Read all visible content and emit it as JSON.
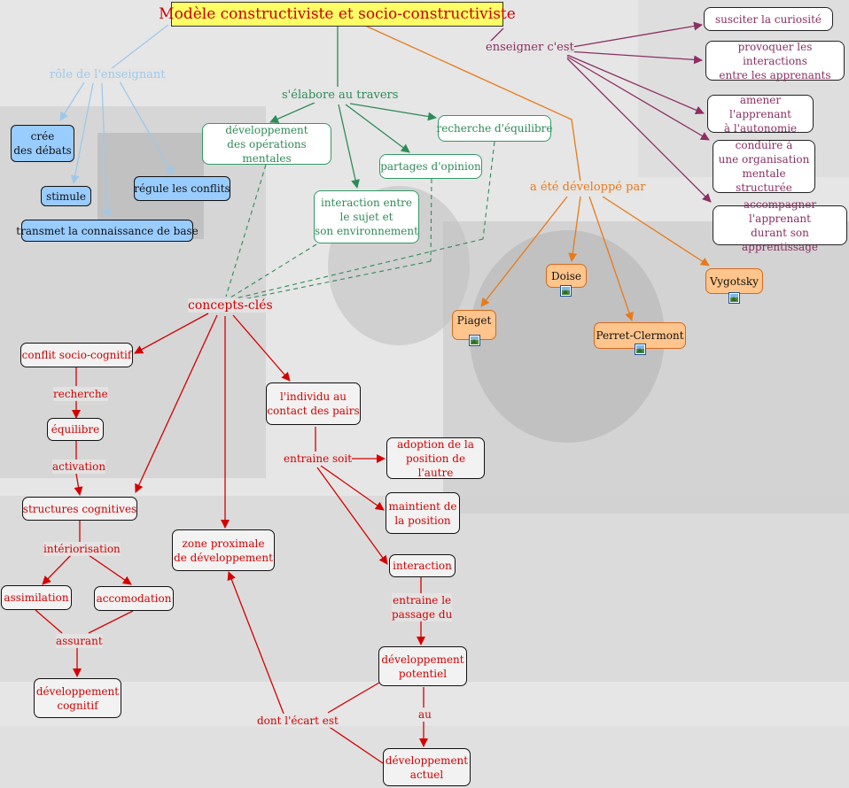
{
  "title": "Modèle constructiviste et socio-constructiviste",
  "nodes": {
    "cree_debats": "crée\ndes débats",
    "stimule": "stimule",
    "regule_conflits": "régule les conflits",
    "transmet": "transmet la connaissance de base",
    "dev_operations": "développement\ndes opérations mentales",
    "recherche_equilibre": "recherche d'équilibre",
    "partages_opinion": "partages d'opinion",
    "interaction_sujet": "interaction entre\nle sujet et\nson environnement",
    "susciter": "susciter la curiosité",
    "provoquer": "provoquer les interactions\nentre les apprenants",
    "amener": "amener l'apprenant\nà l'autonomie",
    "conduire": "conduire à\nune organisation\nmentale structurée",
    "accompagner": "accompagner l'apprenant\ndurant son apprentissage",
    "doise": "Doise",
    "vygotsky": "Vygotsky",
    "piaget": "Piaget",
    "perret": "Perret-Clermont",
    "conflit": "conflit socio-cognitif",
    "equilibre": "équilibre",
    "structures": "structures cognitives",
    "assimilation": "assimilation",
    "accomodation": "accomodation",
    "dev_cognitif": "développement\ncognitif",
    "zone": "zone proximale\nde développement",
    "individu": "l'individu au\ncontact des pairs",
    "adoption": "adoption de la\nposition de l'autre",
    "maintient": "maintient de\nla position",
    "interaction": "interaction",
    "dev_potentiel": "développement\npotentiel",
    "dev_actuel": "développement\nactuel"
  },
  "labels": {
    "role": "rôle de l'enseignant",
    "elabore": "s'élabore au travers",
    "enseigner": "enseigner c'est",
    "developpe": "a été développé par",
    "concepts": "concepts-clés",
    "recherche": "recherche",
    "activation": "activation",
    "interiorisation": "intériorisation",
    "assurant": "assurant",
    "entraine_soit": "entraine soit",
    "entraine_passage": "entraine le\npassage du",
    "au": "au",
    "dont_ecart": "dont l'écart est"
  },
  "colors": {
    "title_bg": "#ffff66",
    "title_text": "#cc0000",
    "blue_node": "#99ccff",
    "blue_link": "#9ec8ea",
    "green": "#2e8b57",
    "purple": "#8b2f63",
    "orange": "#e87a1a",
    "orange_node": "#ffc58c",
    "red": "#d40000"
  },
  "icons": [
    "image-icon"
  ]
}
